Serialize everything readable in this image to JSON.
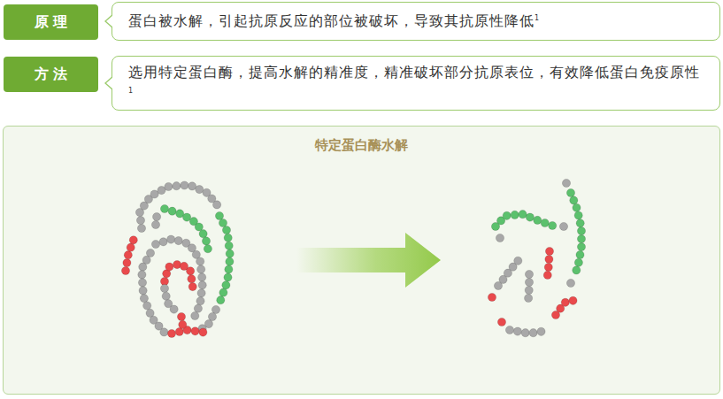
{
  "diagram": {
    "nodes": [
      {
        "text": [
          "原 理"
        ]
      },
      {
        "text": [
          "蛋白被水解，引起抗原反应的部位被破坏，导致其抗原性降低",
          "1"
        ]
      },
      {
        "text": [
          "方 法"
        ]
      },
      {
        "text": [
          "选用特定蛋白酶，提高水解的精准度，精准破坏部分抗原表位，有效降低蛋白免疫原性",
          "1"
        ]
      },
      {
        "text": [
          "特定蛋白酶水解"
        ]
      }
    ]
  }
}
